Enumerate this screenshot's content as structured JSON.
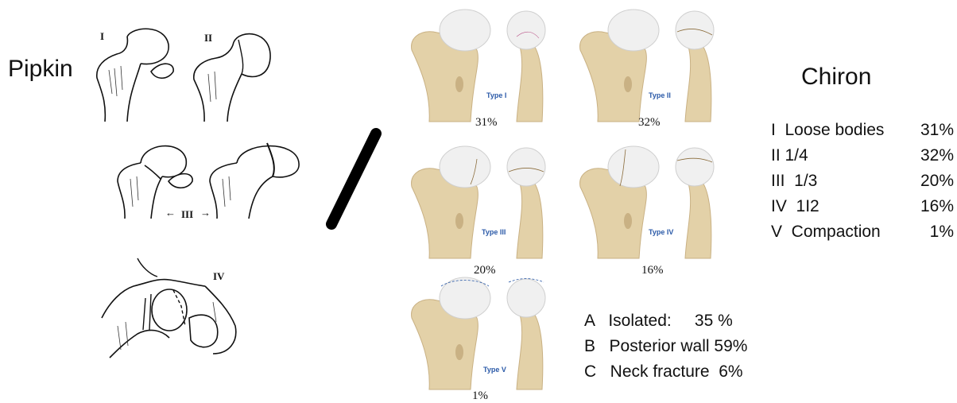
{
  "pipkin": {
    "title": "Pipkin",
    "labels": {
      "I": "I",
      "II": "II",
      "III": "III",
      "IV": "IV"
    }
  },
  "chiron": {
    "title": "Chiron",
    "rows": [
      {
        "label": "I  Loose bodies",
        "pct": "31%"
      },
      {
        "label": "II 1/4",
        "pct": "32%"
      },
      {
        "label": "III  1/3",
        "pct": "20%"
      },
      {
        "label": "IV  1I2",
        "pct": "16%"
      },
      {
        "label": "V  Compaction",
        "pct": "1%"
      }
    ]
  },
  "bones": [
    {
      "type": "Type I",
      "pct": "31%"
    },
    {
      "type": "Type II",
      "pct": "32%"
    },
    {
      "type": "Type III",
      "pct": "20%"
    },
    {
      "type": "Type IV",
      "pct": "16%"
    },
    {
      "type": "Type V",
      "pct": "1%"
    }
  ],
  "associated": [
    {
      "text": "A   Isolated:     35 %"
    },
    {
      "text": "B   Posterior wall 59%"
    },
    {
      "text": "C   Neck fracture  6%"
    }
  ],
  "colors": {
    "bone": "#e3d1a8",
    "bone_shadow": "#c9b184",
    "head": "#f0f0f0",
    "type_label": "#2b5aa8"
  }
}
